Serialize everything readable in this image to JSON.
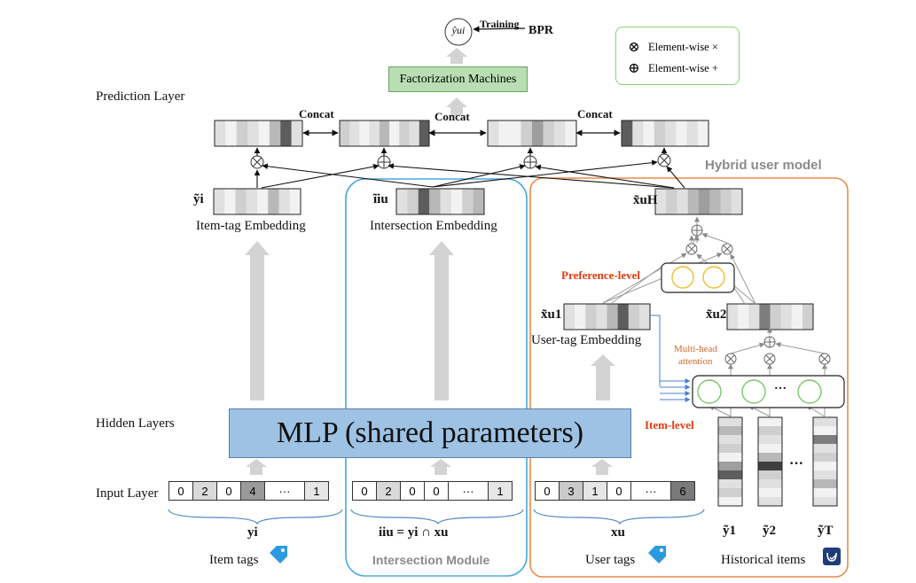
{
  "colors": {
    "intersection_border": "#4aa8df",
    "hybrid_border": "#ec8a4a",
    "mlp_fill": "#9dc2e4",
    "fm_fill": "#b9deb3",
    "legend_border": "#8fce7b",
    "accent_orange": "#e23b0e",
    "arrow_gray": "#d3d3d3",
    "tag_icon_blue": "#2b9be0"
  },
  "layers": {
    "prediction": "Prediction Layer",
    "hidden": "Hidden Layers",
    "input": "Input Layer"
  },
  "top": {
    "output_symbol": "ŷui",
    "training": "Training",
    "bpr": "BPR",
    "fm": "Factorization Machines",
    "concat": "Concat"
  },
  "legend": {
    "mul_symbol": "⊗",
    "mul_label": "Element-wise ×",
    "add_symbol": "⊕",
    "add_label": "Element-wise +"
  },
  "modules": {
    "hybrid": "Hybrid user model",
    "intersection": "Intersection Module"
  },
  "embeddings": {
    "item_symbol": "ỹi",
    "item_label": "Item-tag Embedding",
    "inter_symbol": "ĩiu",
    "inter_label": "Intersection Embedding",
    "user_h_symbol": "x̃uH",
    "user_1_symbol": "x̃u1",
    "user_1_label": "User-tag Embedding",
    "user_2_symbol": "x̃u2"
  },
  "hybrid_labels": {
    "preference_level": "Preference-level",
    "multihead_line1": "Multi-head",
    "multihead_line2": "attention",
    "item_level": "Item-level",
    "dots": "…"
  },
  "mlp": "MLP (shared parameters)",
  "inputs": {
    "item": [
      "0",
      "2",
      "0",
      "4",
      "···",
      "1"
    ],
    "inter": [
      "0",
      "2",
      "0",
      "0",
      "···",
      "1"
    ],
    "user": [
      "0",
      "3",
      "1",
      "0",
      "···",
      "6"
    ]
  },
  "input_symbols": {
    "item": "yi",
    "inter": "iiu = yi ∩ xu",
    "user": "xu"
  },
  "bottom": {
    "item_tags": "Item tags",
    "user_tags": "User tags",
    "historical_items": "Historical items",
    "hist_symbols": [
      "ỹ1",
      "ỹ2",
      "ỹT"
    ],
    "hist_dots": "···"
  },
  "icons": [
    "tag-icon",
    "tag-icon",
    "history-icon",
    "circle-times-icon",
    "circle-plus-icon"
  ]
}
